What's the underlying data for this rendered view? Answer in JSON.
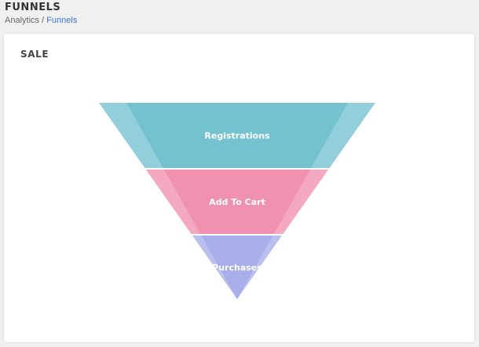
{
  "header": {
    "title": "FUNNELS",
    "breadcrumb": {
      "parent": "Analytics",
      "separator": " / ",
      "current": "Funnels"
    }
  },
  "card": {
    "title": "SALE"
  },
  "chart_data": {
    "type": "funnel",
    "stages": [
      {
        "name": "Registrations",
        "color": "#74c2cf"
      },
      {
        "name": "Add To Cart",
        "color": "#f191b0"
      },
      {
        "name": "Purchases",
        "color": "#a7aee9"
      }
    ]
  }
}
